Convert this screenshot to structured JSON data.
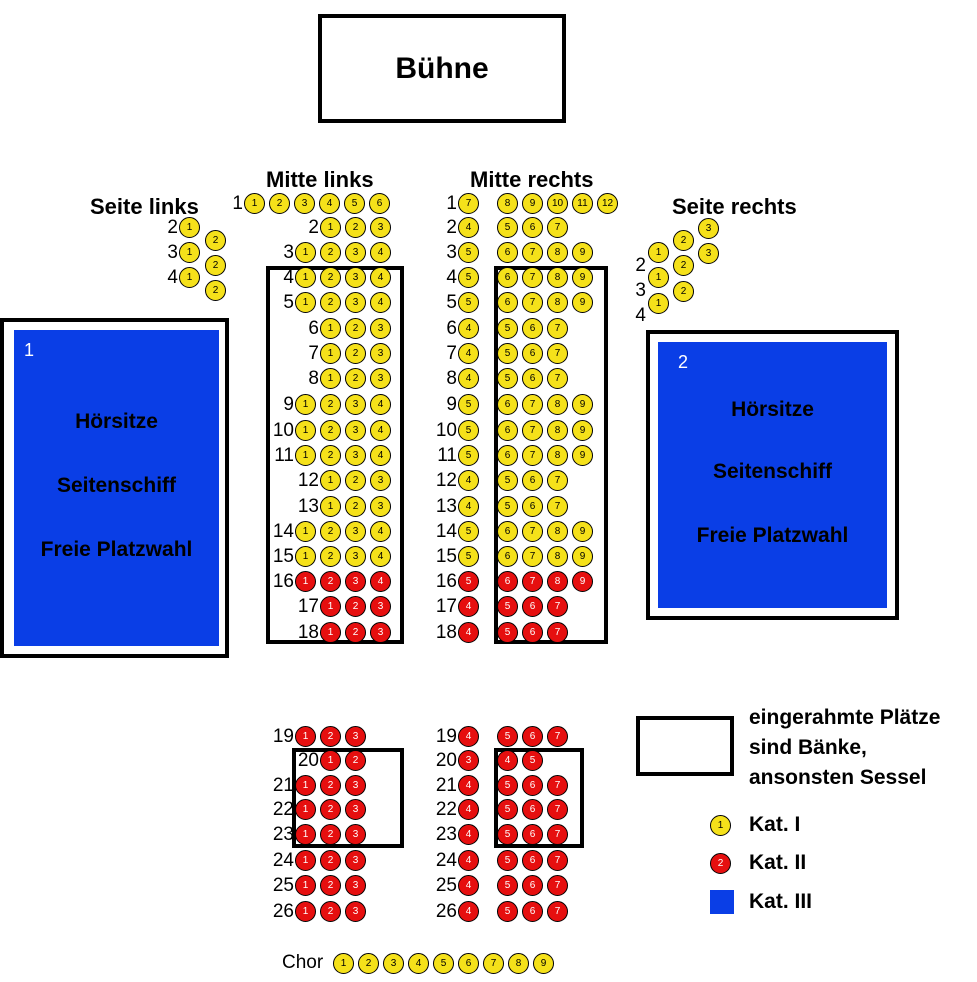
{
  "stage": "Bühne",
  "sections": {
    "mitte_links": "Mitte links",
    "mitte_rechts": "Mitte rechts",
    "seite_links": "Seite links",
    "seite_rechts": "Seite rechts"
  },
  "blocks": [
    {
      "number": "1",
      "lines": [
        "Hörsitze",
        "Seitenschiff",
        "Freie Platzwahl"
      ]
    },
    {
      "number": "2",
      "lines": [
        "Hörsitze",
        "Seitenschiff",
        "Freie Platzwahl"
      ]
    }
  ],
  "legend": {
    "frame_text": [
      "eingerahmte Plätze",
      "sind Bänke,",
      "ansonsten Sessel"
    ],
    "items": [
      {
        "symbol": "1",
        "label": "Kat. I"
      },
      {
        "symbol": "2",
        "label": "Kat. II"
      },
      {
        "symbol": "",
        "label": "Kat. III"
      }
    ]
  },
  "chor_label": "Chor",
  "colors": {
    "cat1": "#f5e11a",
    "cat2": "#e60f0f",
    "cat3": "#0a3ee6"
  },
  "seat_rows": {
    "mitte_links": [
      {
        "row": "1",
        "seats": [
          "1",
          "2",
          "3",
          "4",
          "5",
          "6"
        ],
        "cat": 1
      },
      {
        "row": "2",
        "seats": [
          "1",
          "2",
          "3"
        ],
        "cat": 1
      },
      {
        "row": "3",
        "seats": [
          "1",
          "2",
          "3",
          "4"
        ],
        "cat": 1
      },
      {
        "row": "4",
        "seats": [
          "1",
          "2",
          "3",
          "4"
        ],
        "cat": 1
      },
      {
        "row": "5",
        "seats": [
          "1",
          "2",
          "3",
          "4"
        ],
        "cat": 1
      },
      {
        "row": "6",
        "seats": [
          "1",
          "2",
          "3"
        ],
        "cat": 1
      },
      {
        "row": "7",
        "seats": [
          "1",
          "2",
          "3"
        ],
        "cat": 1
      },
      {
        "row": "8",
        "seats": [
          "1",
          "2",
          "3"
        ],
        "cat": 1
      },
      {
        "row": "9",
        "seats": [
          "1",
          "2",
          "3",
          "4"
        ],
        "cat": 1
      },
      {
        "row": "10",
        "seats": [
          "1",
          "2",
          "3",
          "4"
        ],
        "cat": 1
      },
      {
        "row": "11",
        "seats": [
          "1",
          "2",
          "3",
          "4"
        ],
        "cat": 1
      },
      {
        "row": "12",
        "seats": [
          "1",
          "2",
          "3"
        ],
        "cat": 1
      },
      {
        "row": "13",
        "seats": [
          "1",
          "2",
          "3"
        ],
        "cat": 1
      },
      {
        "row": "14",
        "seats": [
          "1",
          "2",
          "3",
          "4"
        ],
        "cat": 1
      },
      {
        "row": "15",
        "seats": [
          "1",
          "2",
          "3",
          "4"
        ],
        "cat": 1
      },
      {
        "row": "16",
        "seats": [
          "1",
          "2",
          "3",
          "4"
        ],
        "cat": 2
      },
      {
        "row": "17",
        "seats": [
          "1",
          "2",
          "3"
        ],
        "cat": 2
      },
      {
        "row": "18",
        "seats": [
          "1",
          "2",
          "3"
        ],
        "cat": 2
      },
      {
        "row": "19",
        "seats": [
          "1",
          "2",
          "3"
        ],
        "cat": 2
      },
      {
        "row": "20",
        "seats": [
          "1",
          "2"
        ],
        "cat": 2
      },
      {
        "row": "21",
        "seats": [
          "1",
          "2",
          "3"
        ],
        "cat": 2
      },
      {
        "row": "22",
        "seats": [
          "1",
          "2",
          "3"
        ],
        "cat": 2
      },
      {
        "row": "23",
        "seats": [
          "1",
          "2",
          "3"
        ],
        "cat": 2
      },
      {
        "row": "24",
        "seats": [
          "1",
          "2",
          "3"
        ],
        "cat": 2
      },
      {
        "row": "25",
        "seats": [
          "1",
          "2",
          "3"
        ],
        "cat": 2
      },
      {
        "row": "26",
        "seats": [
          "1",
          "2",
          "3"
        ],
        "cat": 2
      }
    ],
    "mitte_rechts": [
      {
        "row": "1",
        "seats": [
          "7",
          "8",
          "9",
          "10",
          "11",
          "12"
        ],
        "cat": 1
      },
      {
        "row": "2",
        "seats": [
          "4",
          "5",
          "6",
          "7"
        ],
        "cat": 1
      },
      {
        "row": "3",
        "seats": [
          "5",
          "6",
          "7",
          "8",
          "9"
        ],
        "cat": 1
      },
      {
        "row": "4",
        "seats": [
          "5",
          "6",
          "7",
          "8",
          "9"
        ],
        "cat": 1
      },
      {
        "row": "5",
        "seats": [
          "5",
          "6",
          "7",
          "8",
          "9"
        ],
        "cat": 1
      },
      {
        "row": "6",
        "seats": [
          "4",
          "5",
          "6",
          "7"
        ],
        "cat": 1
      },
      {
        "row": "7",
        "seats": [
          "4",
          "5",
          "6",
          "7"
        ],
        "cat": 1
      },
      {
        "row": "8",
        "seats": [
          "4",
          "5",
          "6",
          "7"
        ],
        "cat": 1
      },
      {
        "row": "9",
        "seats": [
          "5",
          "6",
          "7",
          "8",
          "9"
        ],
        "cat": 1
      },
      {
        "row": "10",
        "seats": [
          "5",
          "6",
          "7",
          "8",
          "9"
        ],
        "cat": 1
      },
      {
        "row": "11",
        "seats": [
          "5",
          "6",
          "7",
          "8",
          "9"
        ],
        "cat": 1
      },
      {
        "row": "12",
        "seats": [
          "4",
          "5",
          "6",
          "7"
        ],
        "cat": 1
      },
      {
        "row": "13",
        "seats": [
          "4",
          "5",
          "6",
          "7"
        ],
        "cat": 1
      },
      {
        "row": "14",
        "seats": [
          "5",
          "6",
          "7",
          "8",
          "9"
        ],
        "cat": 1
      },
      {
        "row": "15",
        "seats": [
          "5",
          "6",
          "7",
          "8",
          "9"
        ],
        "cat": 1
      },
      {
        "row": "16",
        "seats": [
          "5",
          "6",
          "7",
          "8",
          "9"
        ],
        "cat": 2
      },
      {
        "row": "17",
        "seats": [
          "4",
          "5",
          "6",
          "7"
        ],
        "cat": 2
      },
      {
        "row": "18",
        "seats": [
          "4",
          "5",
          "6",
          "7"
        ],
        "cat": 2
      },
      {
        "row": "19",
        "seats": [
          "4",
          "5",
          "6",
          "7"
        ],
        "cat": 2
      },
      {
        "row": "20",
        "seats": [
          "3",
          "4",
          "5"
        ],
        "cat": 2
      },
      {
        "row": "21",
        "seats": [
          "4",
          "5",
          "6",
          "7"
        ],
        "cat": 2
      },
      {
        "row": "22",
        "seats": [
          "4",
          "5",
          "6",
          "7"
        ],
        "cat": 2
      },
      {
        "row": "23",
        "seats": [
          "4",
          "5",
          "6",
          "7"
        ],
        "cat": 2
      },
      {
        "row": "24",
        "seats": [
          "4",
          "5",
          "6",
          "7"
        ],
        "cat": 2
      },
      {
        "row": "25",
        "seats": [
          "4",
          "5",
          "6",
          "7"
        ],
        "cat": 2
      },
      {
        "row": "26",
        "seats": [
          "4",
          "5",
          "6",
          "7"
        ],
        "cat": 2
      }
    ],
    "seite_links": [
      {
        "row": "2",
        "seats": [
          "1",
          "2"
        ],
        "cat": 1
      },
      {
        "row": "3",
        "seats": [
          "1",
          "2"
        ],
        "cat": 1
      },
      {
        "row": "4",
        "seats": [
          "1",
          "2"
        ],
        "cat": 1
      }
    ],
    "seite_rechts": [
      {
        "row": "2",
        "seats": [
          "1",
          "2",
          "3"
        ],
        "cat": 1
      },
      {
        "row": "3",
        "seats": [
          "1",
          "2",
          "3"
        ],
        "cat": 1
      },
      {
        "row": "4",
        "seats": [
          "1",
          "2"
        ],
        "cat": 1
      }
    ],
    "chor": {
      "seats": [
        "1",
        "2",
        "3",
        "4",
        "5",
        "6",
        "7",
        "8",
        "9"
      ],
      "cat": 1
    }
  }
}
